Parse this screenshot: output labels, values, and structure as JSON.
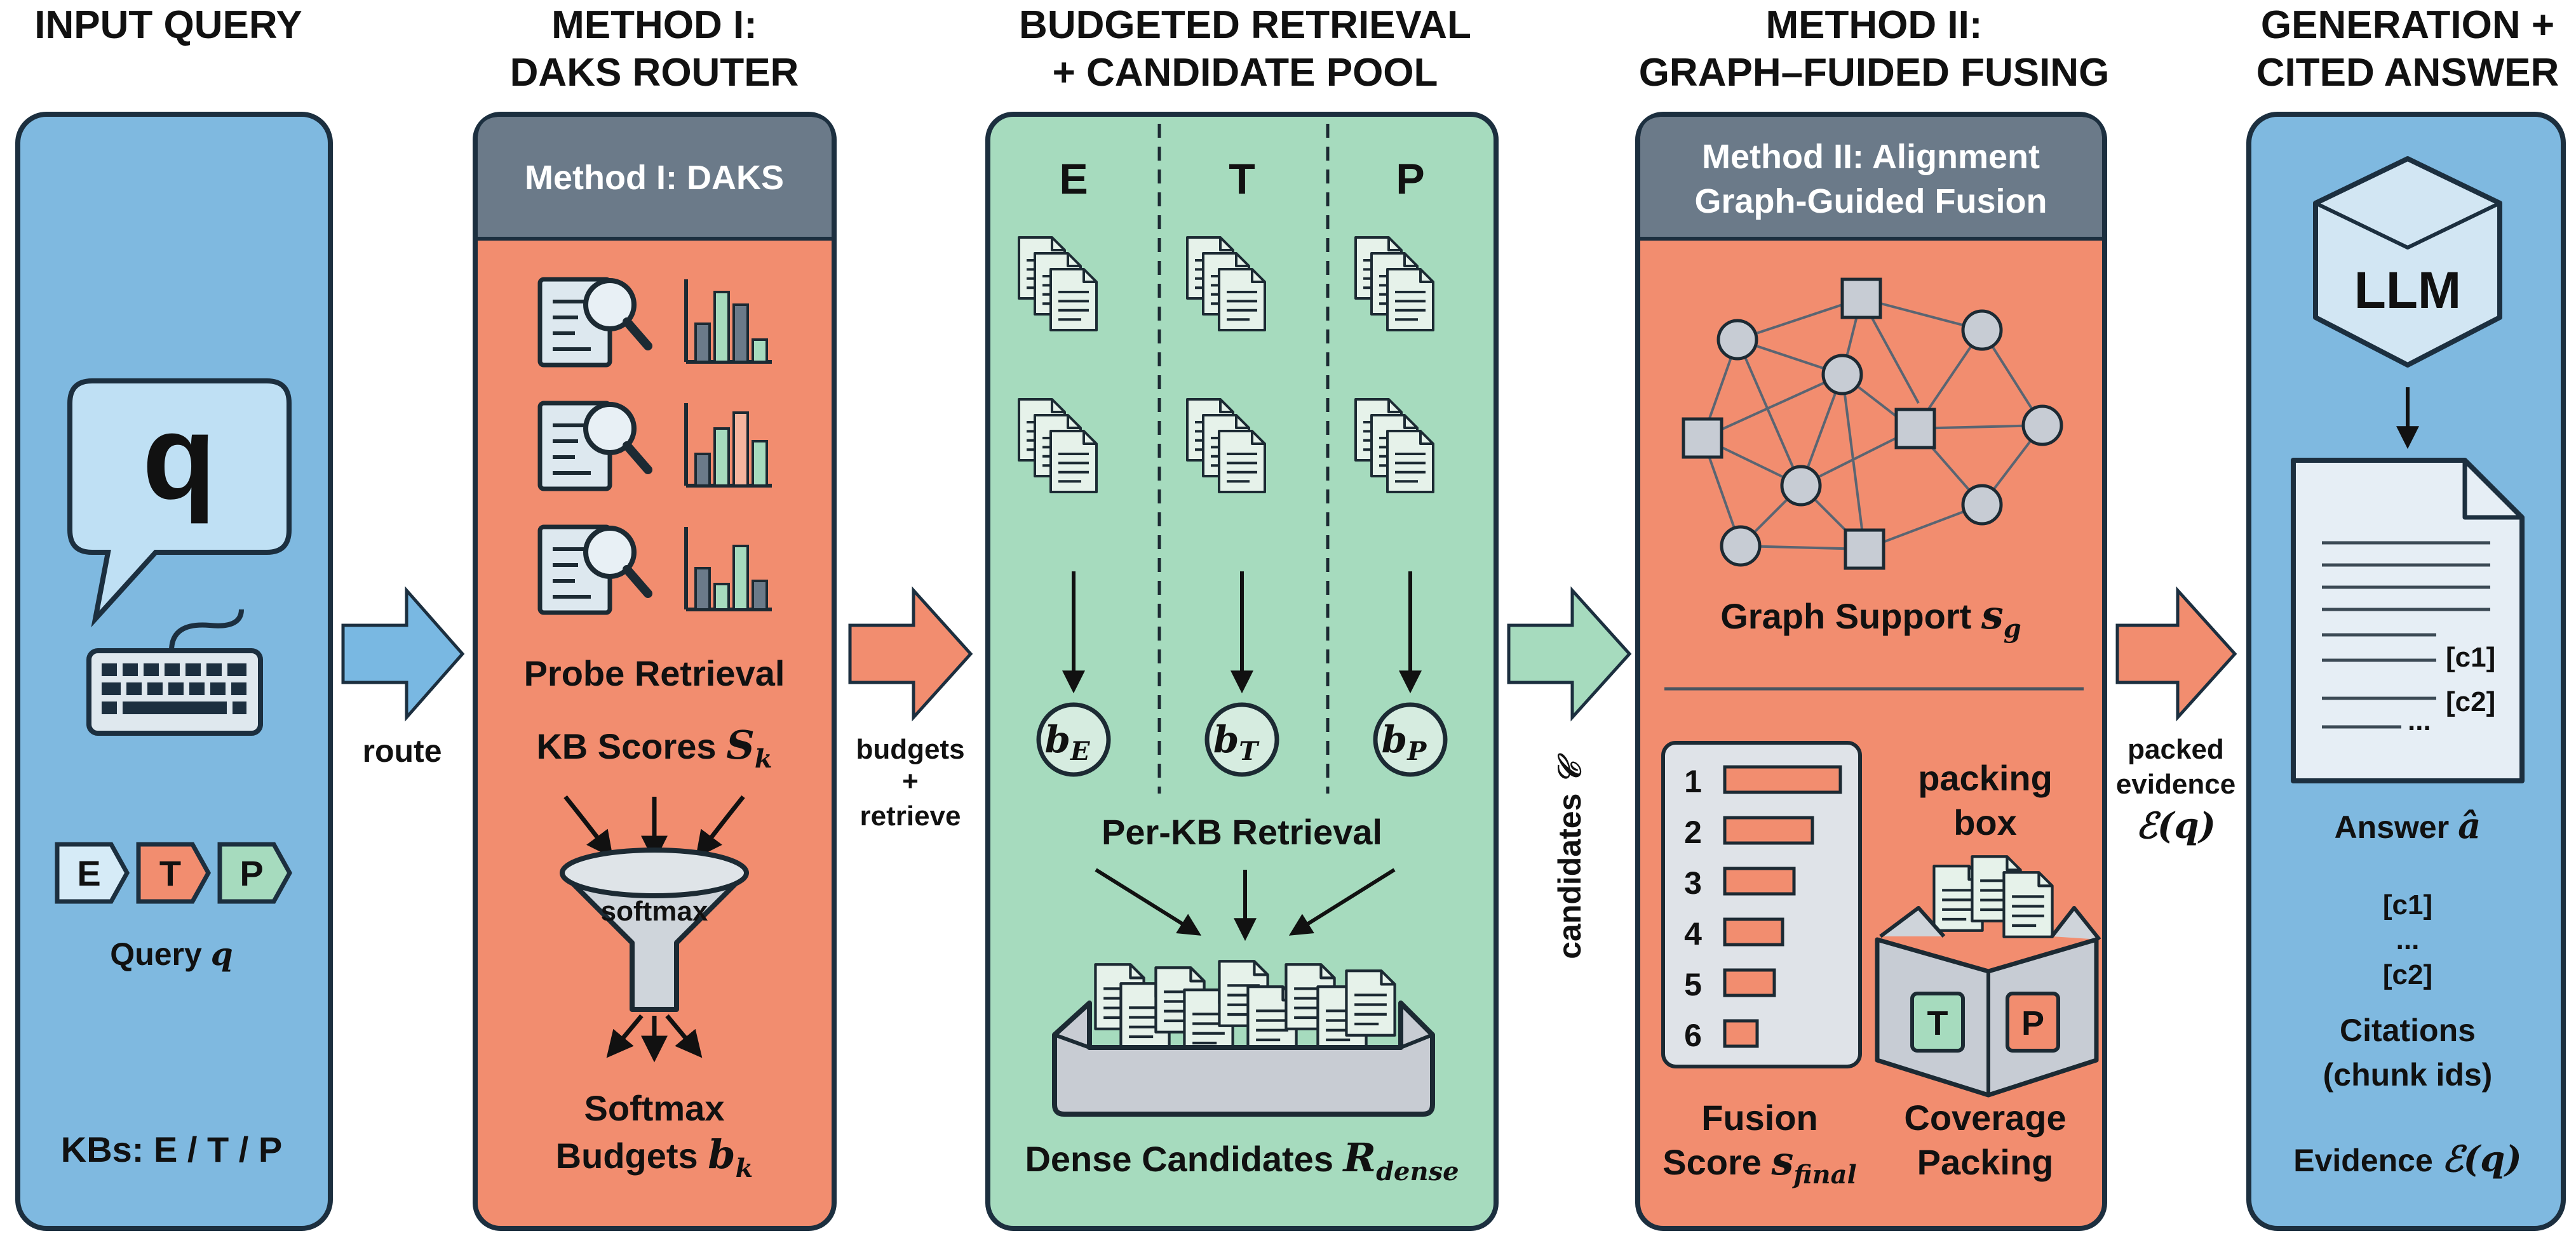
{
  "columns": {
    "input": {
      "header": "INPUT QUERY",
      "query_symbol": "q",
      "kb_tags": [
        "E",
        "T",
        "P"
      ],
      "query_label": "Query",
      "query_var": "q",
      "kbs_label": "KBs: E / T / P"
    },
    "daks": {
      "header_line1": "METHOD I:",
      "header_line2": "DAKS ROUTER",
      "title_bar": "Method I: DAKS",
      "probe_label": "Probe Retrieval",
      "scores_label": "KB Scores",
      "scores_var": "S",
      "scores_sub": "k",
      "funnel_label": "softmax",
      "budgets_line1": "Softmax",
      "budgets_line2": "Budgets",
      "budgets_var": "b",
      "budgets_sub": "k"
    },
    "retrieval": {
      "header_line1": "BUDGETED RETRIEVAL",
      "header_line2": "+ CANDIDATE POOL",
      "kb_columns": [
        {
          "name": "E",
          "budget_var": "b",
          "budget_sub": "E"
        },
        {
          "name": "T",
          "budget_var": "b",
          "budget_sub": "T"
        },
        {
          "name": "P",
          "budget_var": "b",
          "budget_sub": "P"
        }
      ],
      "per_kb_label": "Per-KB Retrieval",
      "dense_label": "Dense Candidates",
      "dense_var": "R",
      "dense_sub": "dense"
    },
    "fusion": {
      "header_line1": "METHOD II:",
      "header_line2": "GRAPH–FUIDED FUSING",
      "title_bar_line1": "Method II: Alignment",
      "title_bar_line2": "Graph-Guided Fusion",
      "graph_label": "Graph Support",
      "graph_var": "s",
      "graph_sub": "g",
      "ranks": [
        {
          "rank": "1",
          "score": 1.0
        },
        {
          "rank": "2",
          "score": 0.76
        },
        {
          "rank": "3",
          "score": 0.6
        },
        {
          "rank": "4",
          "score": 0.5
        },
        {
          "rank": "5",
          "score": 0.43
        },
        {
          "rank": "6",
          "score": 0.28
        }
      ],
      "fusion_line1": "Fusion",
      "fusion_line2": "Score",
      "fusion_var": "s",
      "fusion_sub": "final",
      "packing_box_line1": "packing",
      "packing_box_line2": "box",
      "box_tags": [
        "T",
        "P"
      ],
      "coverage_line1": "Coverage",
      "coverage_line2": "Packing"
    },
    "generation": {
      "header_line1": "GENERATION +",
      "header_line2": "CITED ANSWER",
      "llm_label": "LLM",
      "doc_citations": [
        "[c1]",
        "[c2]",
        "..."
      ],
      "answer_label": "Answer",
      "answer_var": "â",
      "citations_list": [
        "[c1]",
        "...",
        "[c2]"
      ],
      "citations_line1": "Citations",
      "citations_line2": "(chunk ids)",
      "evidence_label": "Evidence",
      "evidence_var": "ℰ(q)"
    }
  },
  "connectors": {
    "route": "route",
    "budgets_line1": "budgets",
    "budgets_line2": "+",
    "budgets_line3": "retrieve",
    "candidates": "candidates",
    "candidates_var": "𝒞",
    "packed_line1": "packed",
    "packed_line2": "evidence",
    "packed_var": "ℰ(q)"
  },
  "colors": {
    "blue_panel": "#7fb9e0",
    "blue_border": "#1c2f3f",
    "orange_panel": "#f28d6f",
    "green_panel": "#a6dbbe",
    "title_bar": "#6b7a89",
    "arrow_blue": "#79b8e2",
    "arrow_orange": "#f28d6f",
    "arrow_green": "#a6dbbe",
    "doc_fill": "#e6f2ea"
  }
}
